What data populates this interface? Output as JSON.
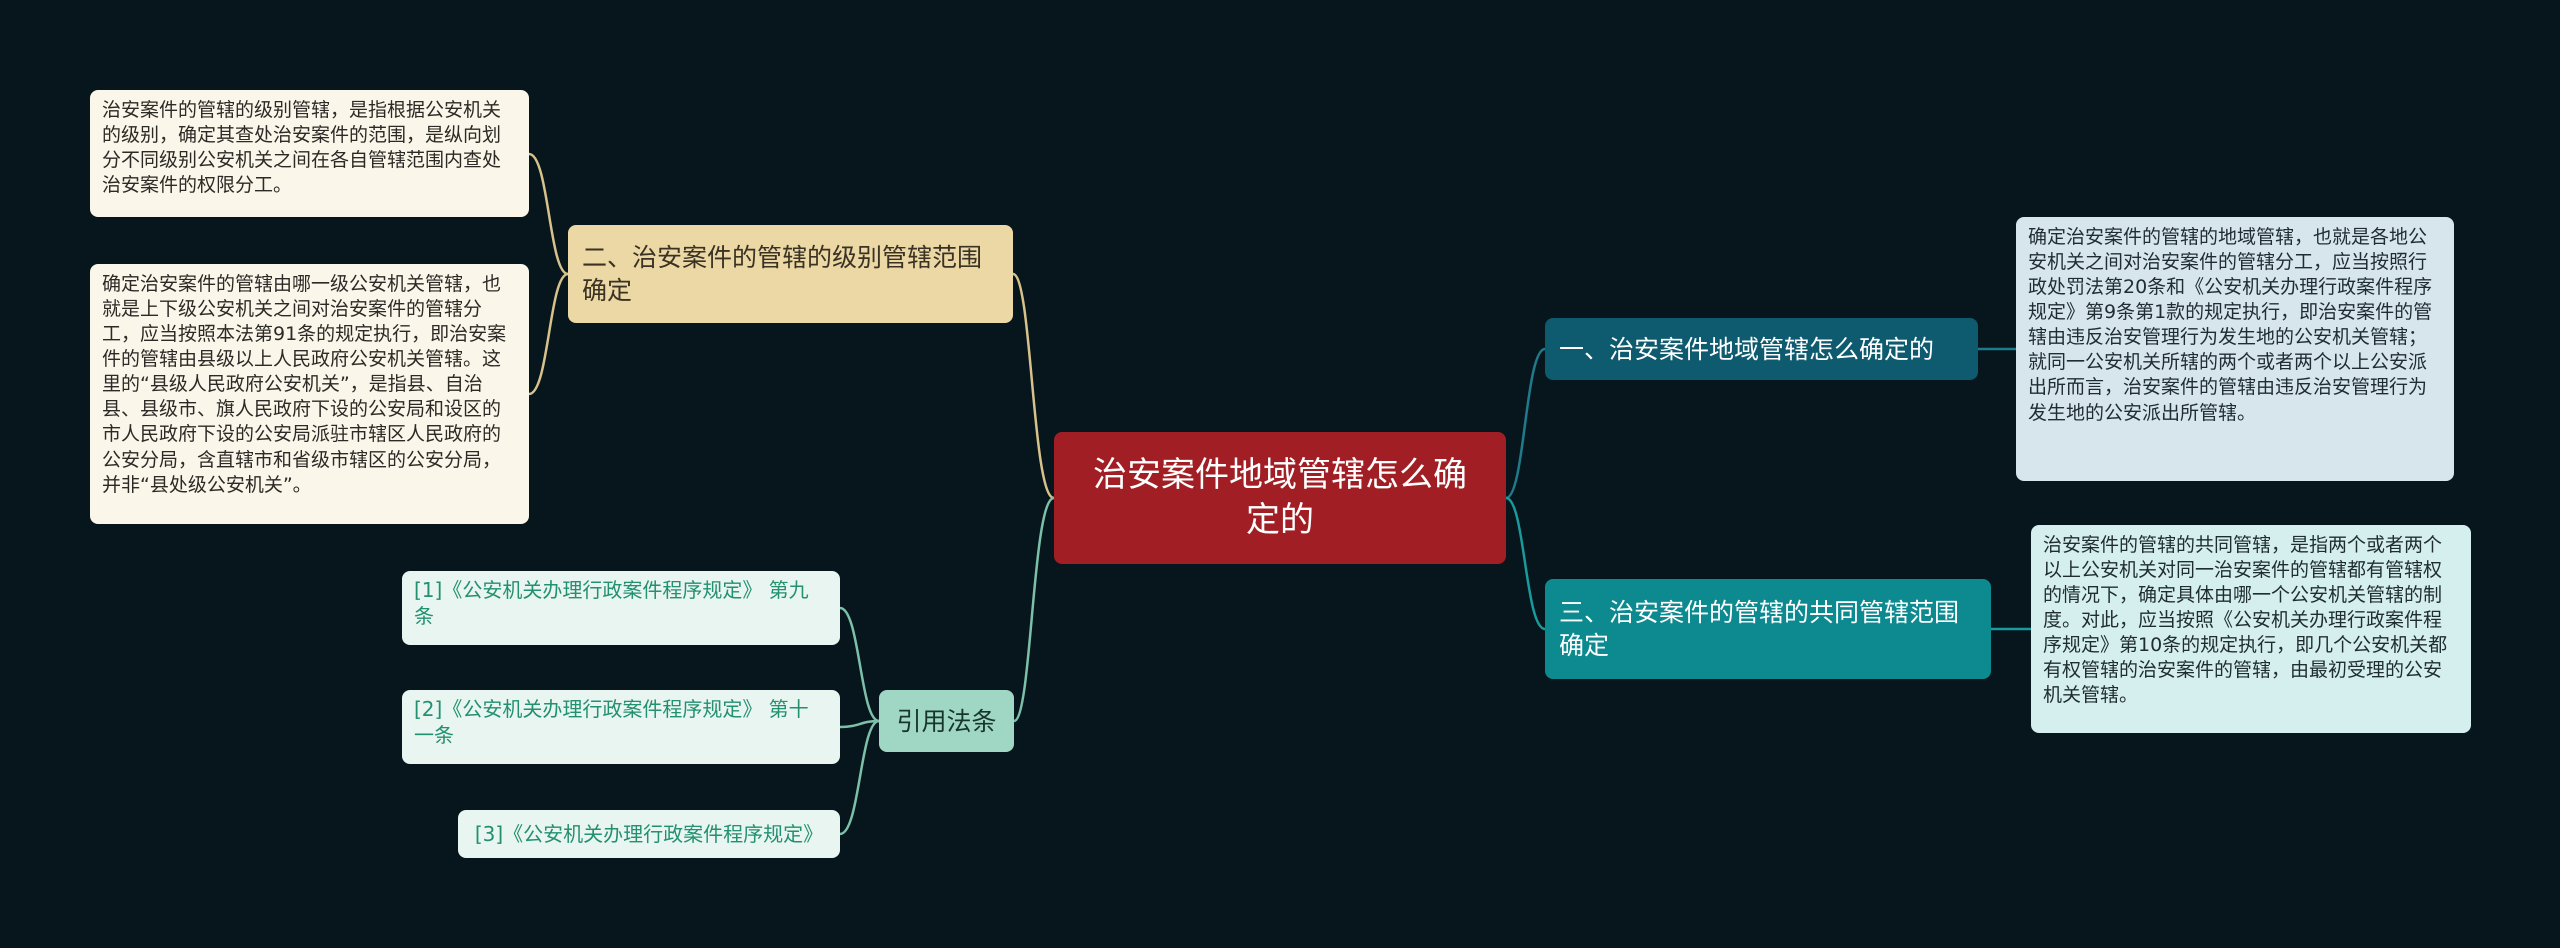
{
  "root": {
    "label": "治安案件地域管辖怎么确定的"
  },
  "branches": {
    "b1": {
      "label": "一、治安案件地域管辖怎么确定的"
    },
    "b2": {
      "label": "二、治安案件的管辖的级别管辖范围确定"
    },
    "b3": {
      "label": "三、治安案件的管辖的共同管辖范围确定"
    },
    "cite": {
      "label": "引用法条"
    }
  },
  "leaves": {
    "r1": "确定治安案件的管辖的地域管辖，也就是各地公安机关之间对治安案件的管辖分工，应当按照行政处罚法第20条和《公安机关办理行政案件程序规定》第9条第1款的规定执行，即治安案件的管辖由违反治安管理行为发生地的公安机关管辖；就同一公安机关所辖的两个或者两个以上公安派出所而言，治安案件的管辖由违反治安管理行为发生地的公安派出所管辖。",
    "r3": "治安案件的管辖的共同管辖，是指两个或者两个以上公安机关对同一治安案件的管辖都有管辖权的情况下，确定具体由哪一个公安机关管辖的制度。对此，应当按照《公安机关办理行政案件程序规定》第10条的规定执行，即几个公安机关都有权管辖的治安案件的管辖，由最初受理的公安机关管辖。",
    "l1": "治安案件的管辖的级别管辖，是指根据公安机关的级别，确定其查处治安案件的范围，是纵向划分不同级别公安机关之间在各自管辖范围内查处治安案件的权限分工。",
    "l2": "确定治安案件的管辖由哪一级公安机关管辖，也就是上下级公安机关之间对治安案件的管辖分工，应当按照本法第91条的规定执行，即治安案件的管辖由县级以上人民政府公安机关管辖。这里的“县级人民政府公安机关”，是指县、自治县、县级市、旗人民政府下设的公安局和设区的市人民政府下设的公安局派驻市辖区人民政府的公安分局，含直辖市和省级市辖区的公安分局，并非“县处级公安机关”。"
  },
  "citations": [
    "[1]《公安机关办理行政案件程序规定》 第九条",
    "[2]《公安机关办理行政案件程序规定》 第十一条",
    "[3]《公安机关办理行政案件程序规定》"
  ],
  "colors": {
    "background": "#07151c",
    "root": "#a11f24",
    "branch1": "#0e5a6e",
    "branch2": "#ecd8a4",
    "branch3": "#0d8a8f",
    "cite": "#9fd7c4"
  }
}
